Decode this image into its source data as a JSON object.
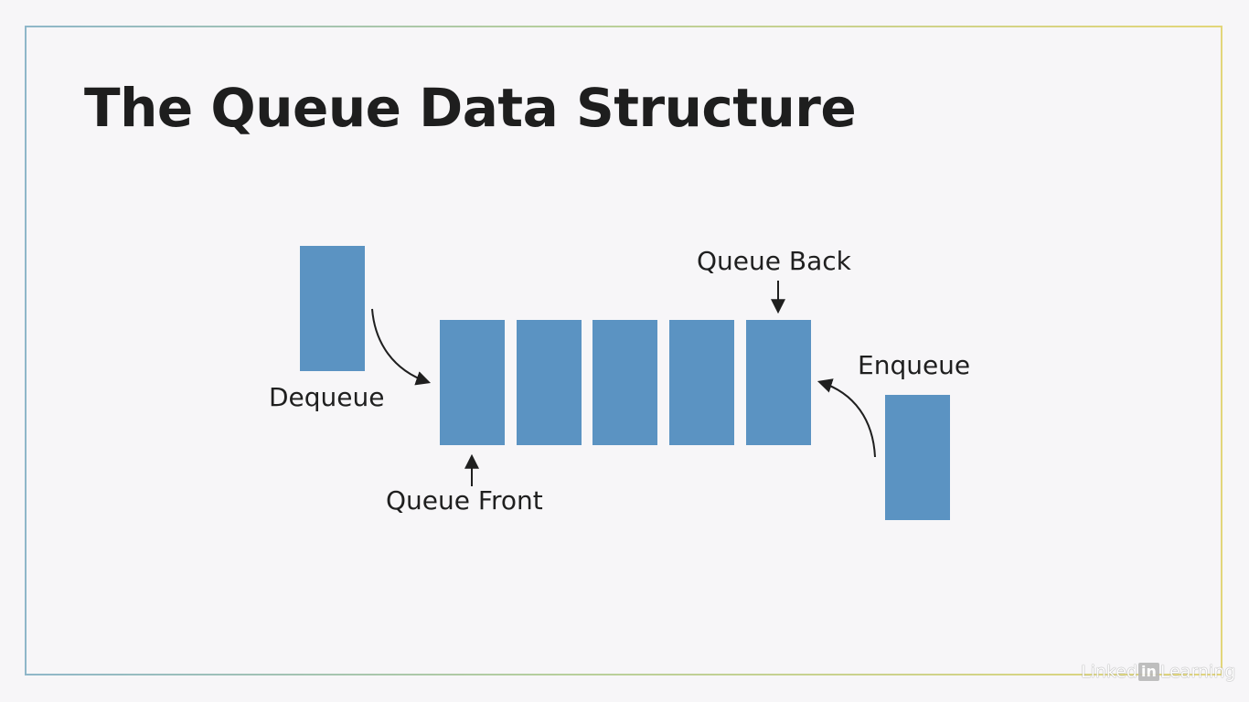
{
  "slide": {
    "title": "The Queue Data Structure"
  },
  "diagram": {
    "labels": {
      "dequeue": "Dequeue",
      "enqueue": "Enqueue",
      "queue_front": "Queue Front",
      "queue_back": "Queue Back"
    },
    "queue_item_count": 5,
    "colors": {
      "box": "#5b93c2",
      "arrow": "#1f1f1f",
      "text": "#1e1e1e"
    }
  },
  "watermark": {
    "brand_left": "Linked",
    "brand_badge": "in",
    "brand_right": "Learning"
  }
}
